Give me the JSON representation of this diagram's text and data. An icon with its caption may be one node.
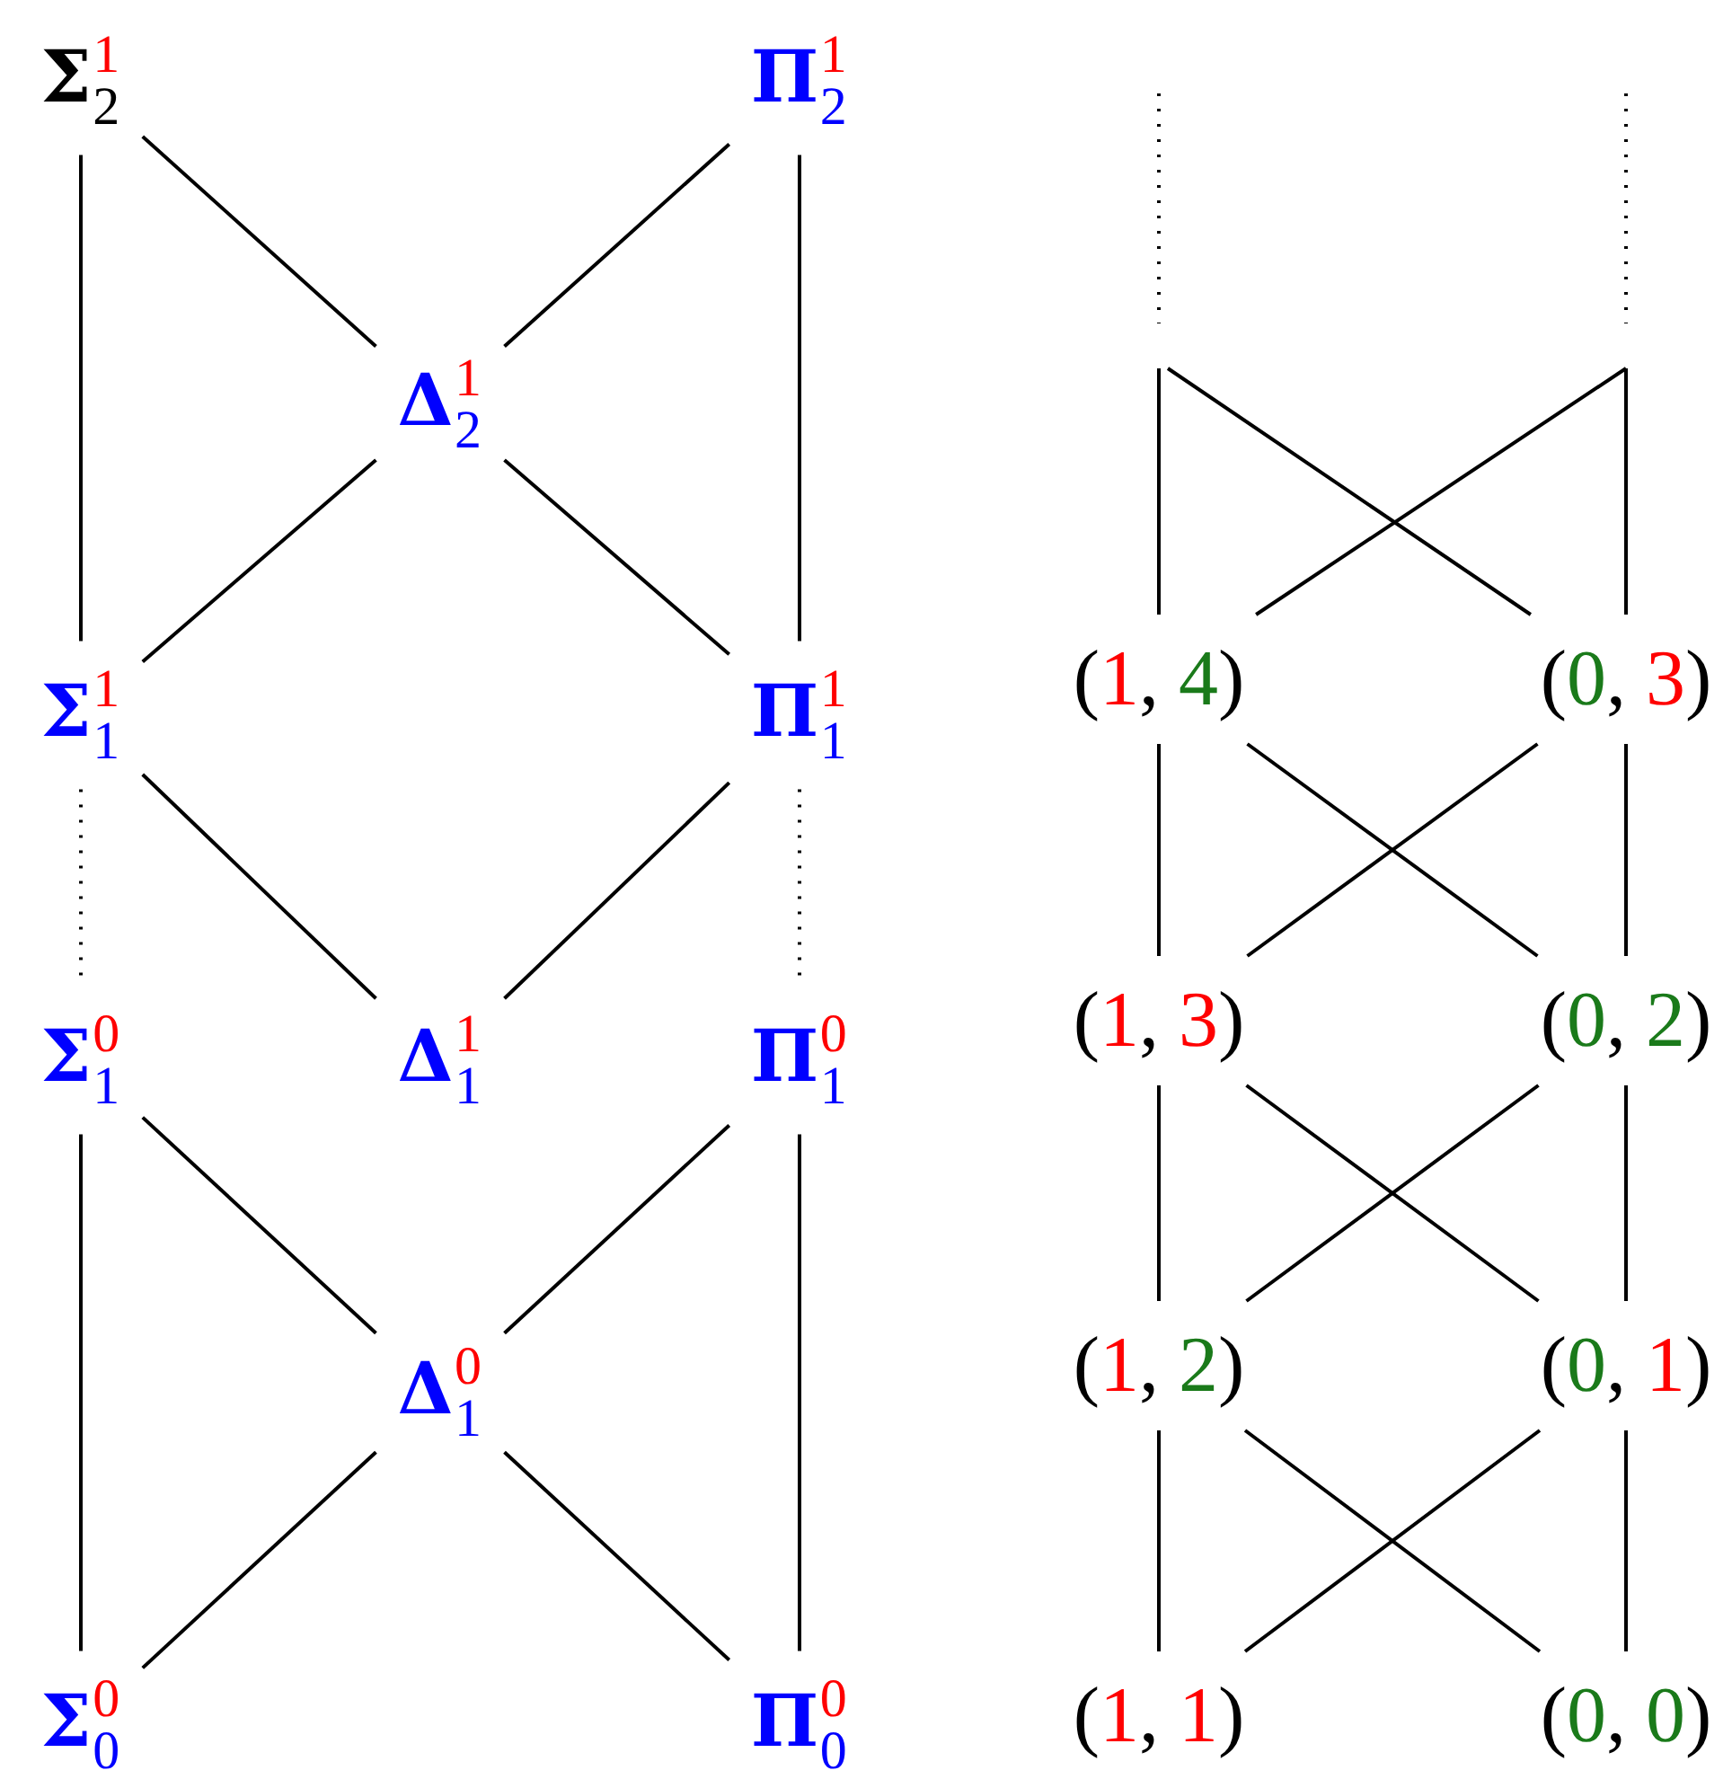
{
  "diagram": {
    "nodes": [
      {
        "text": [
          "Σ$^{1}$$_{2}$"
        ]
      },
      {
        "text": [
          "Π$^{1}$$_{2}$"
        ]
      },
      {
        "text": [
          "Δ$^{1}$$_{2}$"
        ]
      },
      {
        "text": [
          "Σ$^{1}$$_{1}$"
        ]
      },
      {
        "text": [
          "Π$^{1}$$_{1}$"
        ]
      },
      {
        "text": [
          "Σ$^{0}$$_{1}$"
        ]
      },
      {
        "text": [
          "Δ$^{1}$$_{1}$"
        ]
      },
      {
        "text": [
          "Π$^{0}$$_{1}$"
        ]
      },
      {
        "text": [
          "Δ$^{0}$$_{1}$"
        ]
      },
      {
        "text": [
          "Σ$^{0}$$_{0}$"
        ]
      },
      {
        "text": [
          "Π$^{0}$$_{0}$"
        ]
      },
      {
        "text": [
          "(1, 4)"
        ]
      },
      {
        "text": [
          "(0, 3)"
        ]
      },
      {
        "text": [
          "(1, 3)"
        ]
      },
      {
        "text": [
          "(0, 2)"
        ]
      },
      {
        "text": [
          "(1, 2)"
        ]
      },
      {
        "text": [
          "(0, 1)"
        ]
      },
      {
        "text": [
          "(1, 1)"
        ]
      },
      {
        "text": [
          "(0, 0)"
        ]
      }
    ],
    "edges": [
      {
        "from": 0,
        "to": 3,
        "arrow": "none"
      },
      {
        "from": 0,
        "to": 2,
        "arrow": "none"
      },
      {
        "from": 1,
        "to": 2,
        "arrow": "none"
      },
      {
        "from": 1,
        "to": 4,
        "arrow": "none"
      },
      {
        "from": 2,
        "to": 3,
        "arrow": "none"
      },
      {
        "from": 2,
        "to": 4,
        "arrow": "none"
      },
      {
        "from": 3,
        "to": 6,
        "arrow": "none"
      },
      {
        "from": 4,
        "to": 6,
        "arrow": "none"
      },
      {
        "from": 3,
        "to": 5,
        "arrow": "none",
        "style": "dashed"
      },
      {
        "from": 4,
        "to": 7,
        "arrow": "none",
        "style": "dashed"
      },
      {
        "from": 5,
        "to": 8,
        "arrow": "none"
      },
      {
        "from": 7,
        "to": 8,
        "arrow": "none"
      },
      {
        "from": 5,
        "to": 9,
        "arrow": "none"
      },
      {
        "from": 8,
        "to": 9,
        "arrow": "none"
      },
      {
        "from": 8,
        "to": 10,
        "arrow": "none"
      },
      {
        "from": 7,
        "to": 10,
        "arrow": "none"
      },
      {
        "from": null,
        "to": 11,
        "arrow": "none"
      },
      {
        "from": null,
        "to": 12,
        "arrow": "none"
      },
      {
        "from": null,
        "to": 11,
        "arrow": "none"
      },
      {
        "from": null,
        "to": 12,
        "arrow": "none"
      },
      {
        "from": 11,
        "to": 13,
        "arrow": "none"
      },
      {
        "from": 11,
        "to": 14,
        "arrow": "none"
      },
      {
        "from": 12,
        "to": 13,
        "arrow": "none"
      },
      {
        "from": 12,
        "to": 14,
        "arrow": "none"
      },
      {
        "from": 13,
        "to": 15,
        "arrow": "none"
      },
      {
        "from": 13,
        "to": 16,
        "arrow": "none"
      },
      {
        "from": 14,
        "to": 15,
        "arrow": "none"
      },
      {
        "from": 14,
        "to": 16,
        "arrow": "none"
      },
      {
        "from": 15,
        "to": 17,
        "arrow": "none"
      },
      {
        "from": 15,
        "to": 18,
        "arrow": "none"
      },
      {
        "from": 16,
        "to": 17,
        "arrow": "none"
      },
      {
        "from": 16,
        "to": 18,
        "arrow": "none"
      }
    ]
  }
}
